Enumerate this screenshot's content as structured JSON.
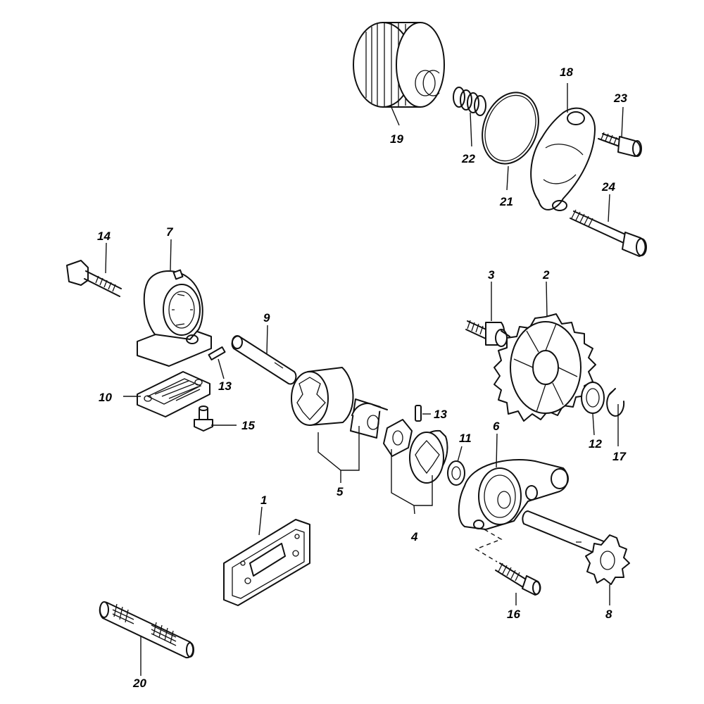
{
  "callouts": {
    "p1": "1",
    "p2": "2",
    "p3": "3",
    "p4": "4",
    "p5": "5",
    "p6": "6",
    "p7": "7",
    "p8": "8",
    "p9": "9",
    "p10": "10",
    "p11": "11",
    "p12": "12",
    "p13a": "13",
    "p13b": "13",
    "p14": "14",
    "p15": "15",
    "p16": "16",
    "p17": "17",
    "p18": "18",
    "p19": "19",
    "p20": "20",
    "p21": "21",
    "p22": "22",
    "p23": "23",
    "p24": "24"
  }
}
